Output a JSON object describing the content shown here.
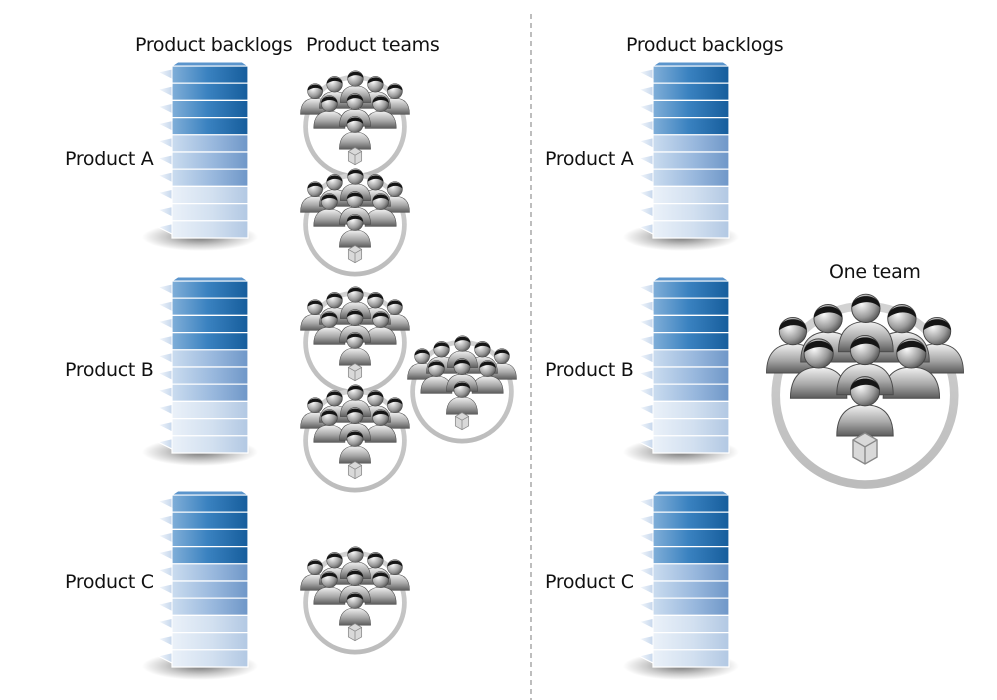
{
  "left": {
    "backlogs_heading": "Product backlogs",
    "teams_heading": "Product teams",
    "products": [
      {
        "label": "Product A",
        "team_count": 2
      },
      {
        "label": "Product B",
        "team_count": 3
      },
      {
        "label": "Product C",
        "team_count": 1
      }
    ]
  },
  "right": {
    "backlogs_heading": "Product backlogs",
    "team_label": "One team",
    "products": [
      {
        "label": "Product A"
      },
      {
        "label": "Product B"
      },
      {
        "label": "Product C"
      }
    ]
  },
  "colors": {
    "backlog_dark": "#1d6fb0",
    "backlog_light": "#d6e3f2",
    "divider": "#999999",
    "team_ring": "#c8c8c8"
  }
}
